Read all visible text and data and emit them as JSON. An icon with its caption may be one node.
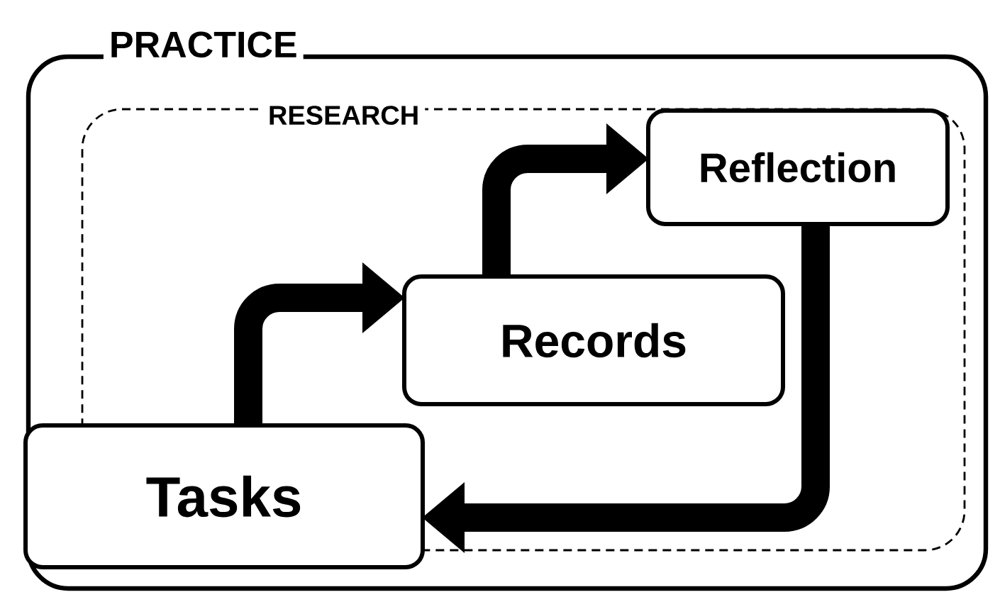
{
  "diagram": {
    "nodes": [
      {
        "text": [
          "PRACTICE"
        ]
      },
      {
        "text": [
          "RESEARCH"
        ],
        "in": 0
      },
      {
        "text": [
          "Reflection"
        ],
        "in": 1
      },
      {
        "text": [
          "Records"
        ],
        "in": 1
      },
      {
        "text": [
          "Tasks"
        ],
        "in": 0
      }
    ],
    "edges": [
      {
        "from": 4,
        "to": 3,
        "arrow": "to"
      },
      {
        "from": 3,
        "to": 2,
        "arrow": "to"
      },
      {
        "from": 2,
        "to": 4,
        "arrow": "to"
      }
    ]
  }
}
